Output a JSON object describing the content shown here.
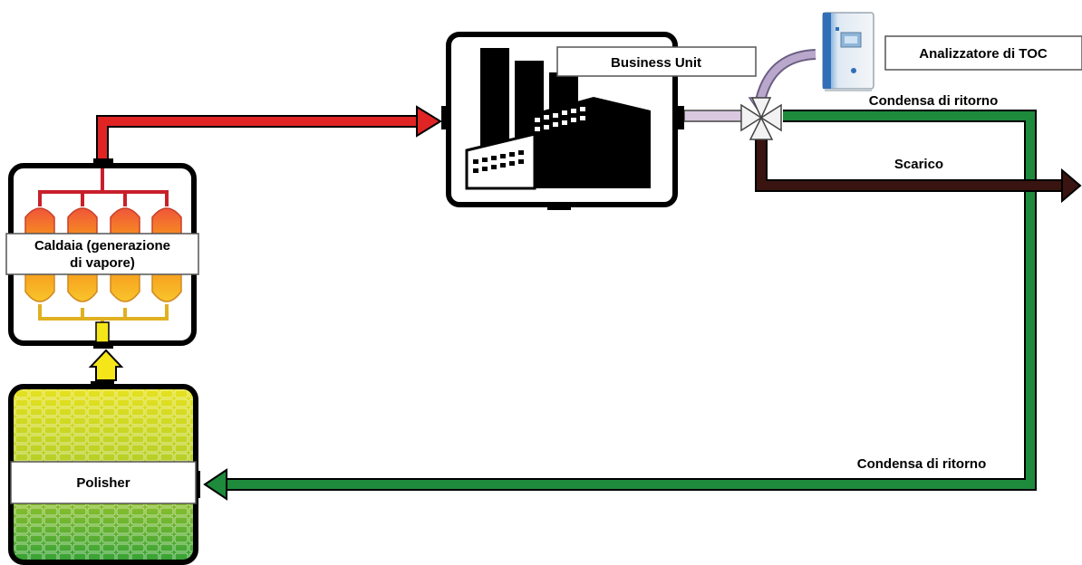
{
  "labels": {
    "business_unit": "Business Unit",
    "toc_analyzer": "Analizzatore di TOC",
    "boiler_line1": "Caldaia (generazione",
    "boiler_line2": "di vapore)",
    "polisher": "Polisher",
    "condensate_return_top": "Condensa di ritorno",
    "drain": "Scarico",
    "condensate_return_bottom": "Condensa di ritorno"
  },
  "colors": {
    "steam_pipe": "#e02424",
    "return_pipe": "#1e8a3c",
    "drain_pipe": "#3a1410",
    "feed_pipe": "#f5e61a",
    "sample_pipe": "#d9c8e0",
    "sample_arrow": "#b9a8cc"
  },
  "icons": {
    "valve": "three-way-valve-icon",
    "analyzer": "toc-analyzer-device-icon",
    "factory": "factory-building-icon"
  }
}
